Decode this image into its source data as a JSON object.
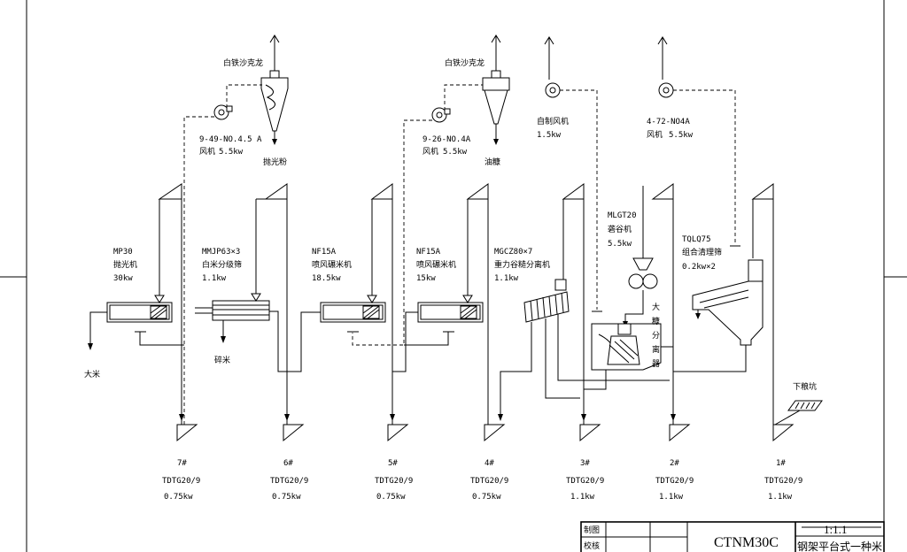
{
  "cyclones": [
    {
      "name": "白铁沙克龙",
      "product": "抛光粉"
    },
    {
      "name": "白铁沙克龙",
      "product": "油糠"
    }
  ],
  "fans": [
    {
      "model": "9-49-NO.4.5 A",
      "label": "风机",
      "power": "5.5kw"
    },
    {
      "model": "9-26-NO.4A",
      "label": "风机",
      "power": "5.5kw"
    },
    {
      "label": "自制风机",
      "power": "1.5kw"
    },
    {
      "model": "4-72-NO4A",
      "label": "风机",
      "power": "5.5kw"
    }
  ],
  "machines": [
    {
      "model": "MP30",
      "name": "抛光机",
      "power": "30kw"
    },
    {
      "model": "MMJP63×3",
      "name": "白米分级筛",
      "power": "1.1kw"
    },
    {
      "model": "NF15A",
      "name": "喷风碾米机",
      "power": "18.5kw"
    },
    {
      "model": "NF15A",
      "name": "喷风碾米机",
      "power": "15kw"
    },
    {
      "model": "MGCZ80×7",
      "name": "重力谷糙分离机",
      "power": "1.1kw"
    },
    {
      "model": "MLGT20",
      "name": "砻谷机",
      "power": "5.5kw"
    },
    {
      "model": "TQLQ75",
      "name": "组合清理筛",
      "power": "0.2kw×2"
    }
  ],
  "vertical_label": [
    "大",
    "糠",
    "分",
    "离",
    "器"
  ],
  "outputs": {
    "rice": "大米",
    "broken": "碎米",
    "pit": "下粮坑"
  },
  "elevators": [
    {
      "num": "7#",
      "model": "TDTG20/9",
      "power": "0.75kw"
    },
    {
      "num": "6#",
      "model": "TDTG20/9",
      "power": "0.75kw"
    },
    {
      "num": "5#",
      "model": "TDTG20/9",
      "power": "0.75kw"
    },
    {
      "num": "4#",
      "model": "TDTG20/9",
      "power": "0.75kw"
    },
    {
      "num": "3#",
      "model": "TDTG20/9",
      "power": "1.1kw"
    },
    {
      "num": "2#",
      "model": "TDTG20/9",
      "power": "1.1kw"
    },
    {
      "num": "1#",
      "model": "TDTG20/9",
      "power": "1.1kw"
    }
  ],
  "title_block": {
    "row1": "制图",
    "row2": "校核",
    "drawing_no": "CTNM30C",
    "scale": "1:1.1",
    "title": "钢架平台式一种米"
  }
}
